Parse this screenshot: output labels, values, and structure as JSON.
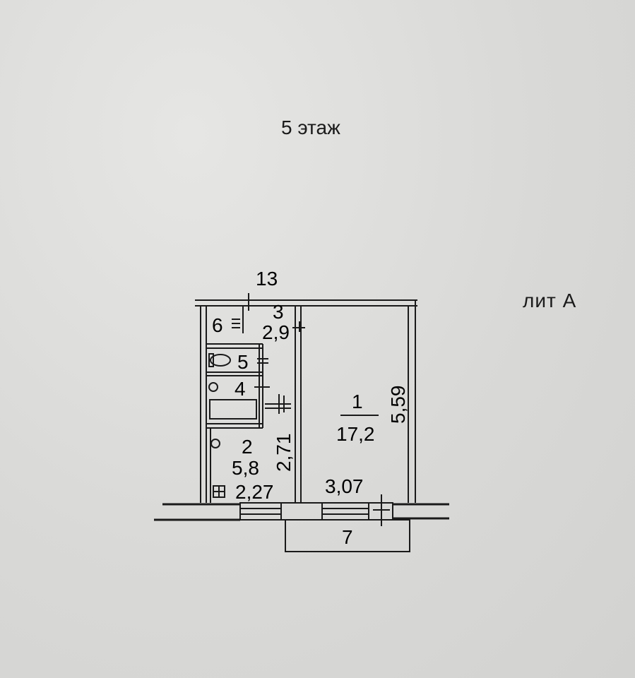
{
  "floor_label": "5 этаж",
  "building_letter": "лит  А",
  "rooms": [
    {
      "number": "1",
      "area": "17,2"
    },
    {
      "number": "2",
      "area": "5,8"
    },
    {
      "number": "3",
      "area": "2,9"
    },
    {
      "number": "4",
      "area": ""
    },
    {
      "number": "5",
      "area": ""
    },
    {
      "number": "6",
      "area": ""
    },
    {
      "number": "7",
      "area": ""
    },
    {
      "number": "13",
      "area": ""
    }
  ],
  "dimensions": {
    "room1_height": "5,59",
    "room1_width": "3,07",
    "room2_width": "2,27",
    "room2_height": "2,71"
  },
  "colors": {
    "ink": "#1a1a1a",
    "paper": "#dcdcda"
  }
}
